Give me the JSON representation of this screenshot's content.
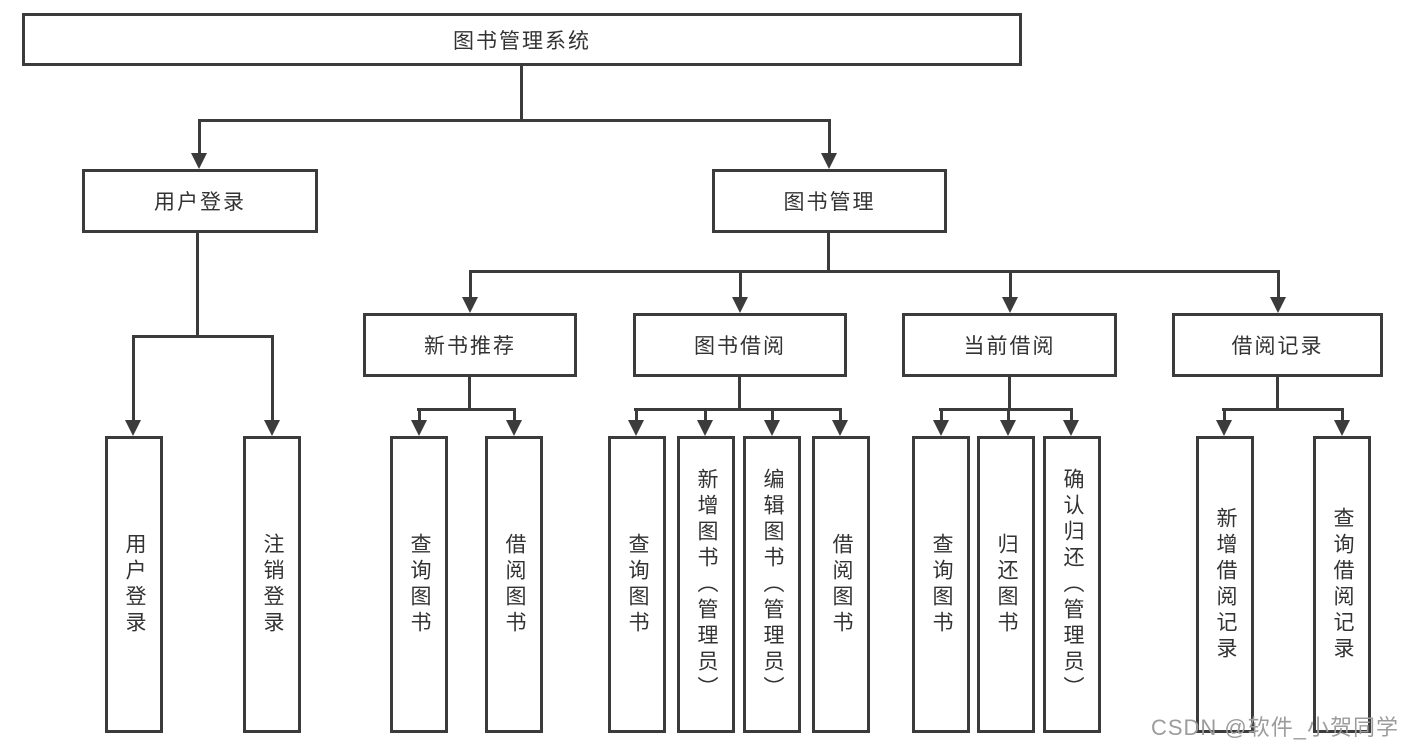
{
  "diagram": {
    "title": "图书管理系统",
    "branches": {
      "user_login": "用户登录",
      "book_mgmt": "图书管理"
    },
    "modules": {
      "new_book": "新书推荐",
      "book_borrow": "图书借阅",
      "current_borrow": "当前借阅",
      "borrow_records": "借阅记录"
    },
    "leaves": {
      "login": [
        "用户登录",
        "注销登录"
      ],
      "new_book": [
        "查询图书",
        "借阅图书"
      ],
      "book_borrow": [
        "查询图书",
        "新增图书（管理员）",
        "编辑图书（管理员）",
        "借阅图书"
      ],
      "current_borrow": [
        "查询图书",
        "归还图书",
        "确认归还（管理员）"
      ],
      "borrow_records": [
        "新增借阅记录",
        "查询借阅记录"
      ]
    }
  },
  "watermark": "CSDN @软件_小贺同学",
  "colors": {
    "line": "#3b3b3b",
    "text": "#333333",
    "watermark": "#9c9c9c",
    "background": "#ffffff"
  }
}
